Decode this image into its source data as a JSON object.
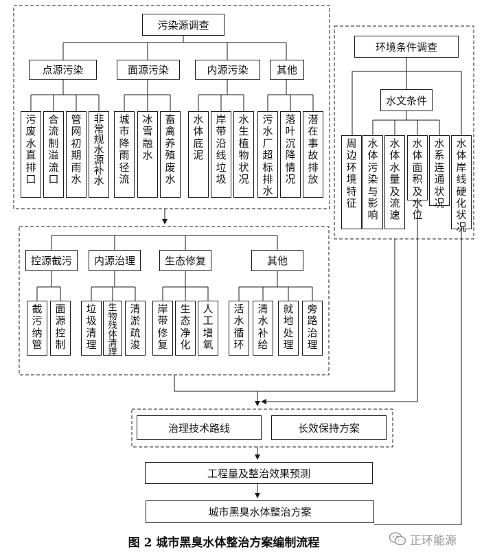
{
  "pollution_survey": {
    "title": "污染源调查",
    "categories": [
      {
        "label": "点源污染",
        "items": [
          "污废水直排口",
          "合流制溢流口",
          "管网初期雨水",
          "非常规水源补水"
        ]
      },
      {
        "label": "面源污染",
        "items": [
          "城市降雨径流",
          "冰雪融水",
          "畜禽养殖废水"
        ]
      },
      {
        "label": "内源污染",
        "items": [
          "水体底泥",
          "岸带沿线垃圾",
          "水生植物状况"
        ]
      },
      {
        "label": "其他",
        "items": [
          "污水厂超标排水",
          "落叶沉降情况",
          "潜在事故排放"
        ]
      }
    ]
  },
  "environment_survey": {
    "title": "环境条件调查",
    "hydro_title": "水文条件",
    "items": [
      "周边环境特征",
      "水体污染与影响",
      "水体水量及流速",
      "水体面积及水位",
      "水系连通状况",
      "水体岸线硬化状况"
    ]
  },
  "measures": {
    "categories": [
      {
        "label": "控源截污",
        "items": [
          "截污纳管",
          "面源控制"
        ]
      },
      {
        "label": "内源治理",
        "items": [
          "垃圾清理",
          "生物残体清理",
          "清淤疏浚"
        ]
      },
      {
        "label": "生态修复",
        "items": [
          "岸带修复",
          "生态净化",
          "人工增氧"
        ]
      },
      {
        "label": "其他",
        "items": [
          "活水循环",
          "清水补给",
          "就地处理",
          "旁路治理"
        ]
      }
    ]
  },
  "plan": {
    "tech_route": "治理技术路线",
    "long_term": "长效保持方案",
    "prediction": "工程量及整治效果预测",
    "final": "城市黑臭水体整治方案"
  },
  "caption": "图 2  城市黑臭水体整治方案编制流程",
  "watermark": {
    "text": "正环能源",
    "icon": "wechat-icon",
    "color": "#9a9a9a"
  },
  "colors": {
    "line": "#1a1a1a",
    "background": "#ffffff"
  }
}
